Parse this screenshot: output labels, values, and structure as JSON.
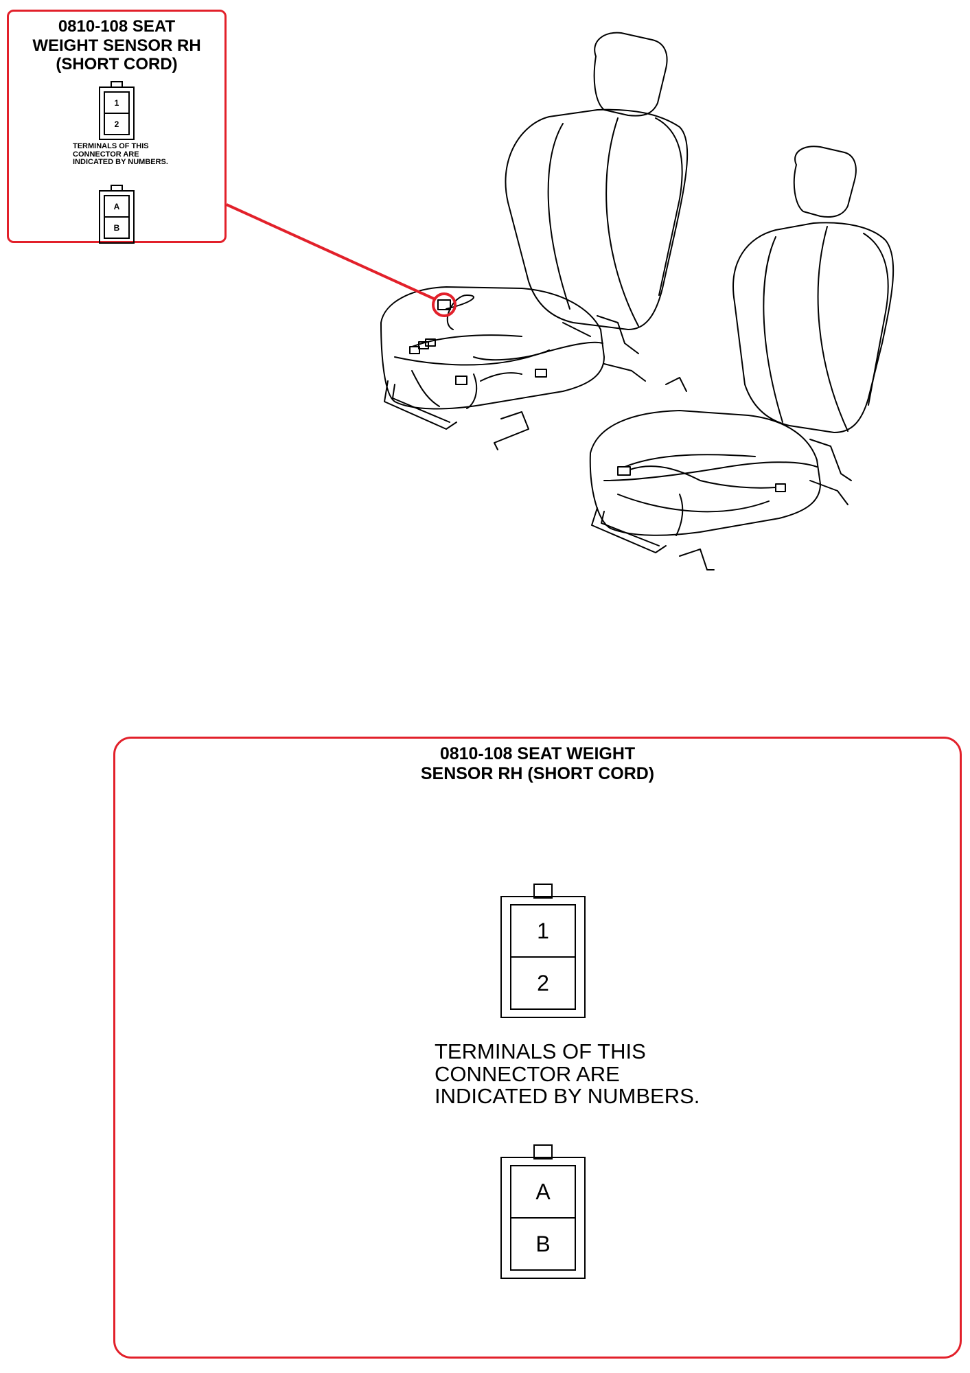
{
  "callout_small": {
    "title": "0810-108 SEAT\nWEIGHT SENSOR RH\n(SHORT CORD)",
    "note": "TERMINALS OF THIS\nCONNECTOR ARE\nINDICATED BY NUMBERS.",
    "connector_numbers": [
      "1",
      "2"
    ],
    "connector_letters": [
      "A",
      "B"
    ]
  },
  "callout_large": {
    "title": "0810-108 SEAT WEIGHT\nSENSOR RH (SHORT CORD)",
    "note": "TERMINALS OF THIS\nCONNECTOR ARE\nINDICATED BY NUMBERS.",
    "connector_numbers": [
      "1",
      "2"
    ],
    "connector_letters": [
      "A",
      "B"
    ]
  },
  "colors": {
    "callout_border": "#e2202a",
    "line": "#000000"
  }
}
